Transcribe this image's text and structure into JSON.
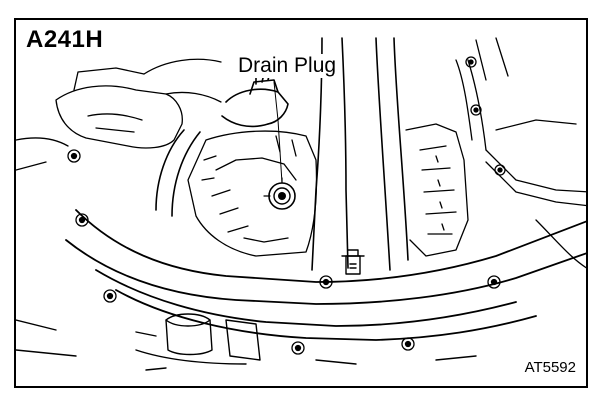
{
  "figure": {
    "model_label": "A241H",
    "callout_label": "Drain Plug",
    "figure_code": "AT5592"
  },
  "colors": {
    "ink": "#000000",
    "paper": "#ffffff"
  }
}
